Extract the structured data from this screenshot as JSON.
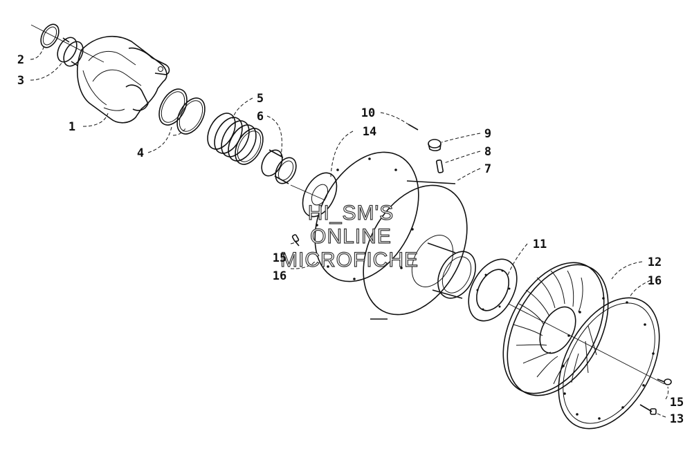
{
  "diagram": {
    "watermark": [
      "HI_SM'S",
      "ONLINE",
      "MICROFICHE"
    ],
    "callouts": {
      "c1": "1",
      "c2": "2",
      "c3": "3",
      "c4": "4",
      "c5": "5",
      "c6": "6",
      "c7": "7",
      "c8": "8",
      "c9": "9",
      "c10": "10",
      "c11": "11",
      "c12": "12",
      "c13": "13",
      "c14": "14",
      "c15a": "15",
      "c15b": "15",
      "c16a": "16",
      "c16b": "16"
    }
  }
}
